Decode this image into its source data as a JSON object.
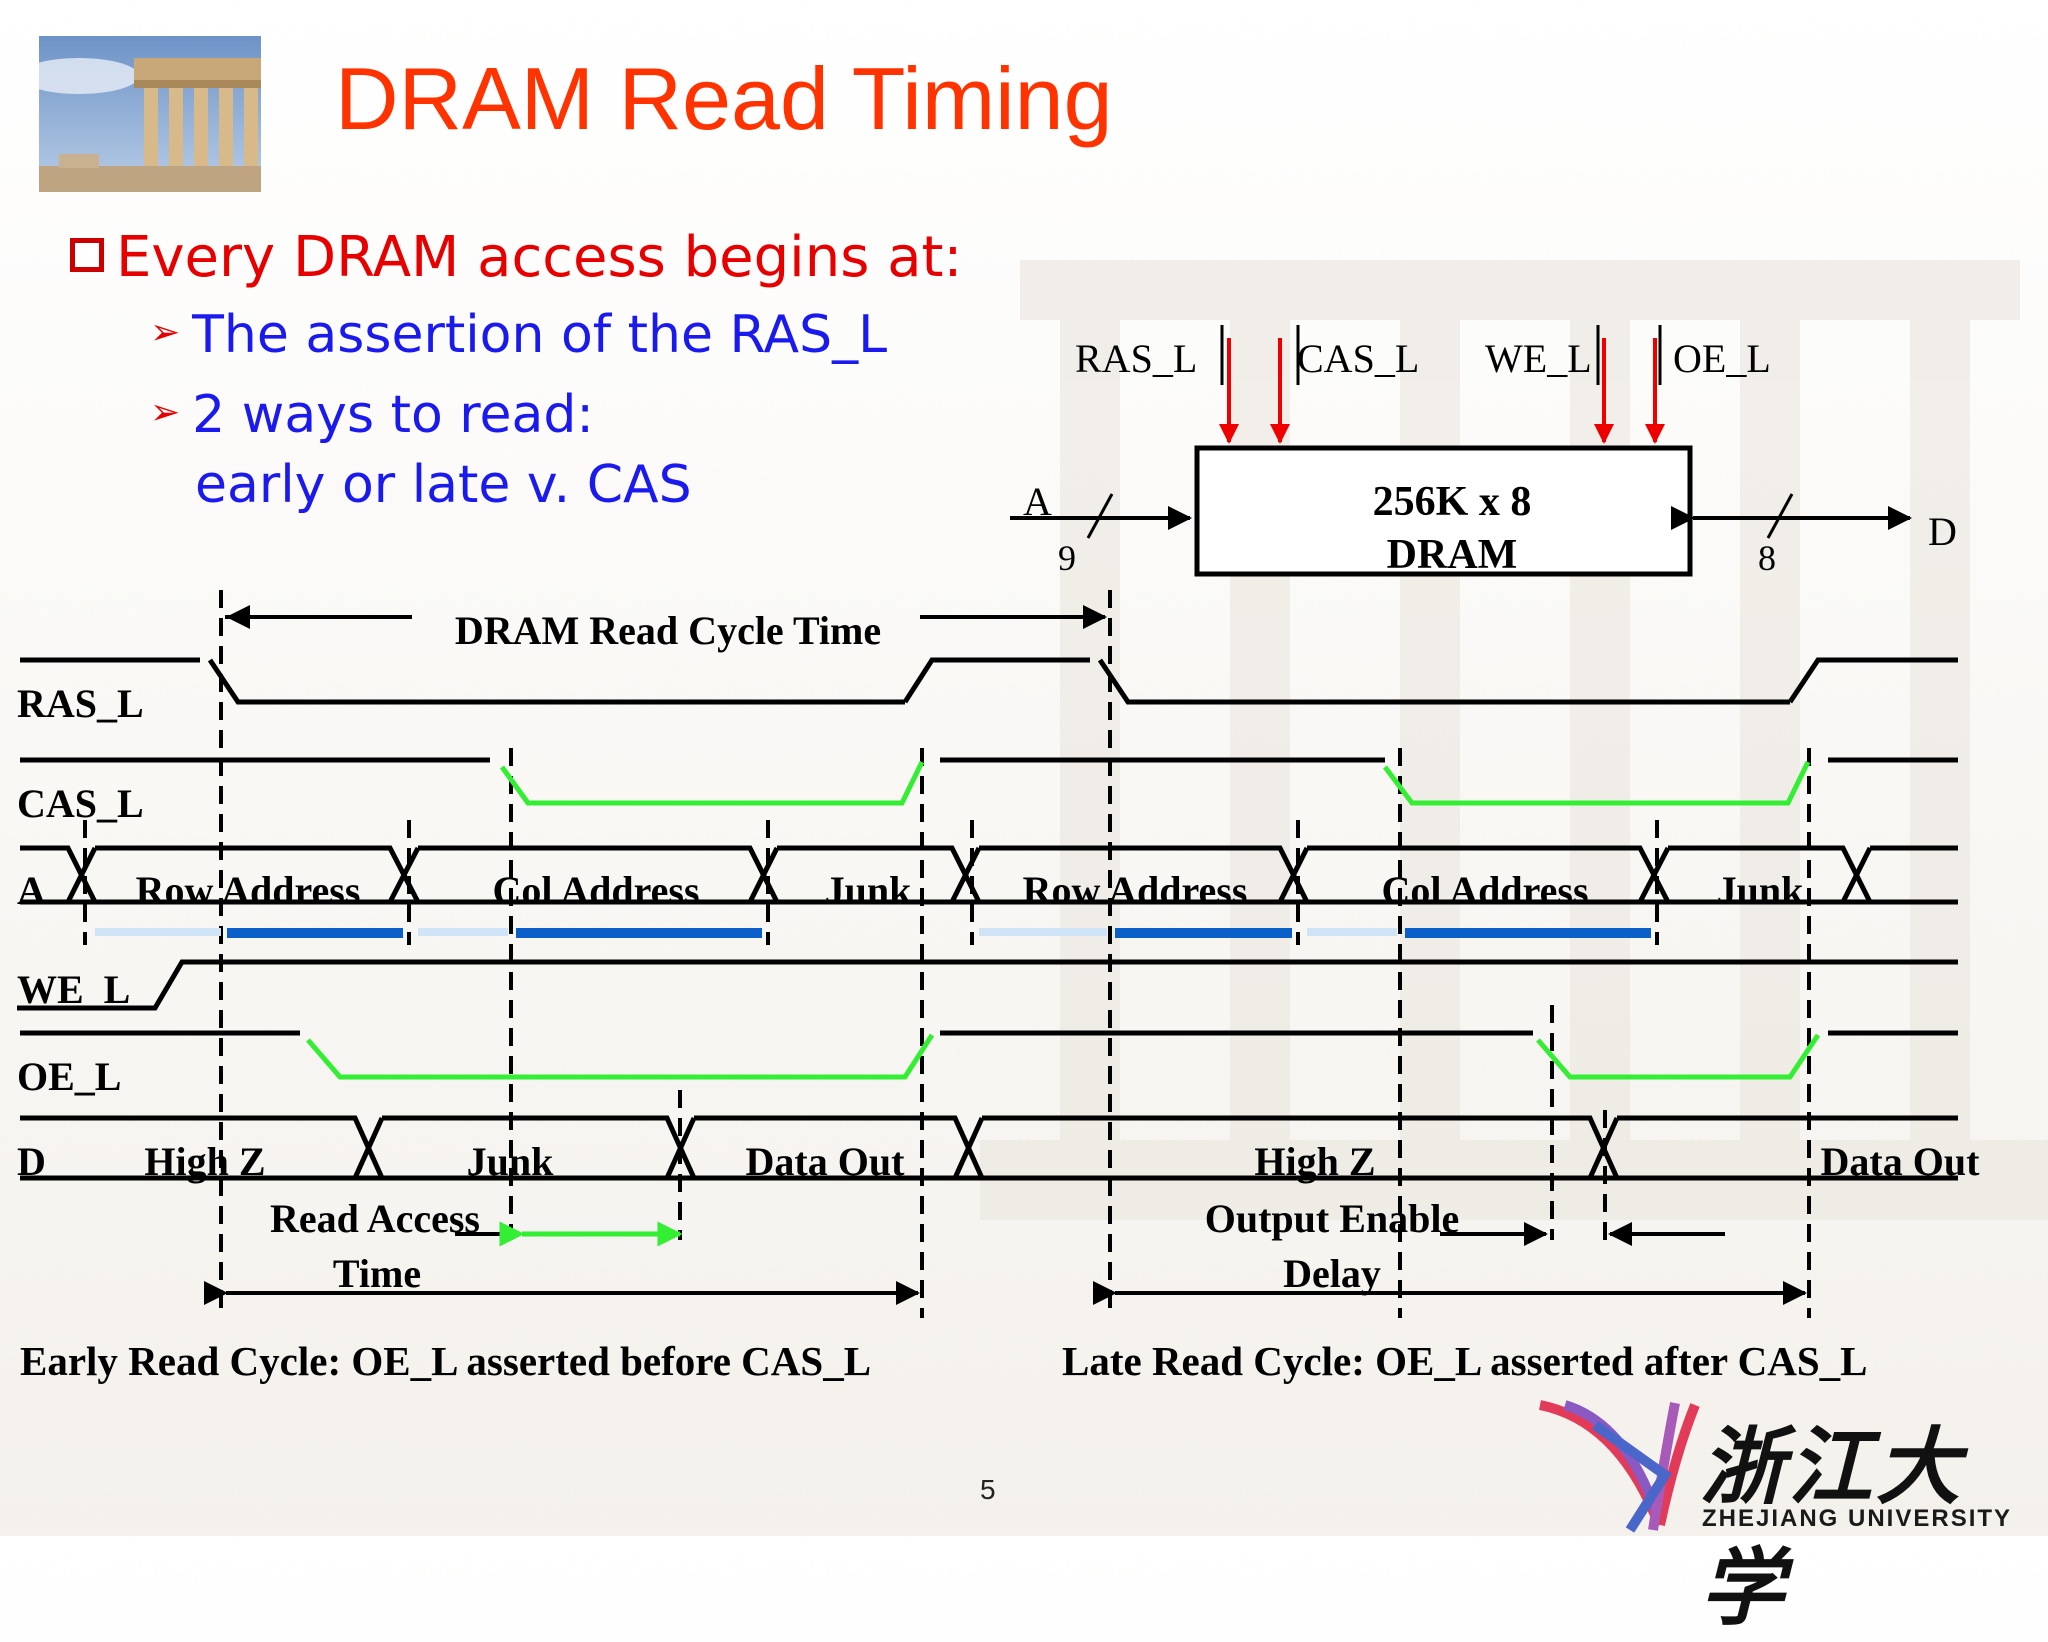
{
  "slide": {
    "title": "DRAM Read Timing",
    "page_number": "5"
  },
  "bullets": {
    "main": "Every DRAM access begins at:",
    "sub1": "The assertion of the RAS_L",
    "sub2_line1": "2 ways to read:",
    "sub2_line2": "early or late v. CAS"
  },
  "chip": {
    "line1": "256K x 8",
    "line2": "DRAM",
    "pins": {
      "ras": "RAS_L",
      "cas": "CAS_L",
      "we": "WE_L",
      "oe": "OE_L",
      "addr": "A",
      "addr_width": "9",
      "data": "D",
      "data_width": "8"
    }
  },
  "timing": {
    "cycle_label": "DRAM Read Cycle Time",
    "signals": {
      "ras": "RAS_L",
      "cas": "CAS_L",
      "addr": "A",
      "we": "WE_L",
      "oe": "OE_L",
      "data": "D"
    },
    "address_phases": {
      "row": "Row Address",
      "col": "Col Address",
      "junk": "Junk"
    },
    "data_phases": {
      "high_z": "High Z",
      "junk": "Junk",
      "data_out": "Data Out"
    },
    "read_access_line1": "Read Access",
    "read_access_line2": "Time",
    "oe_delay_line1": "Output Enable",
    "oe_delay_line2": "Delay",
    "early_caption": "Early Read Cycle: OE_L asserted before CAS_L",
    "late_caption": "Late Read Cycle: OE_L asserted after CAS_L"
  },
  "logo": {
    "chinese": "浙江大学",
    "english": "ZHEJIANG UNIVERSITY"
  },
  "colors": {
    "title": "#ff3300",
    "bullet_main": "#e60000",
    "bullet_sub": "#1a1aee",
    "transition": "#33ee33",
    "address_bar": "#0a5fc8",
    "signal_arrow": "#ee0000"
  }
}
